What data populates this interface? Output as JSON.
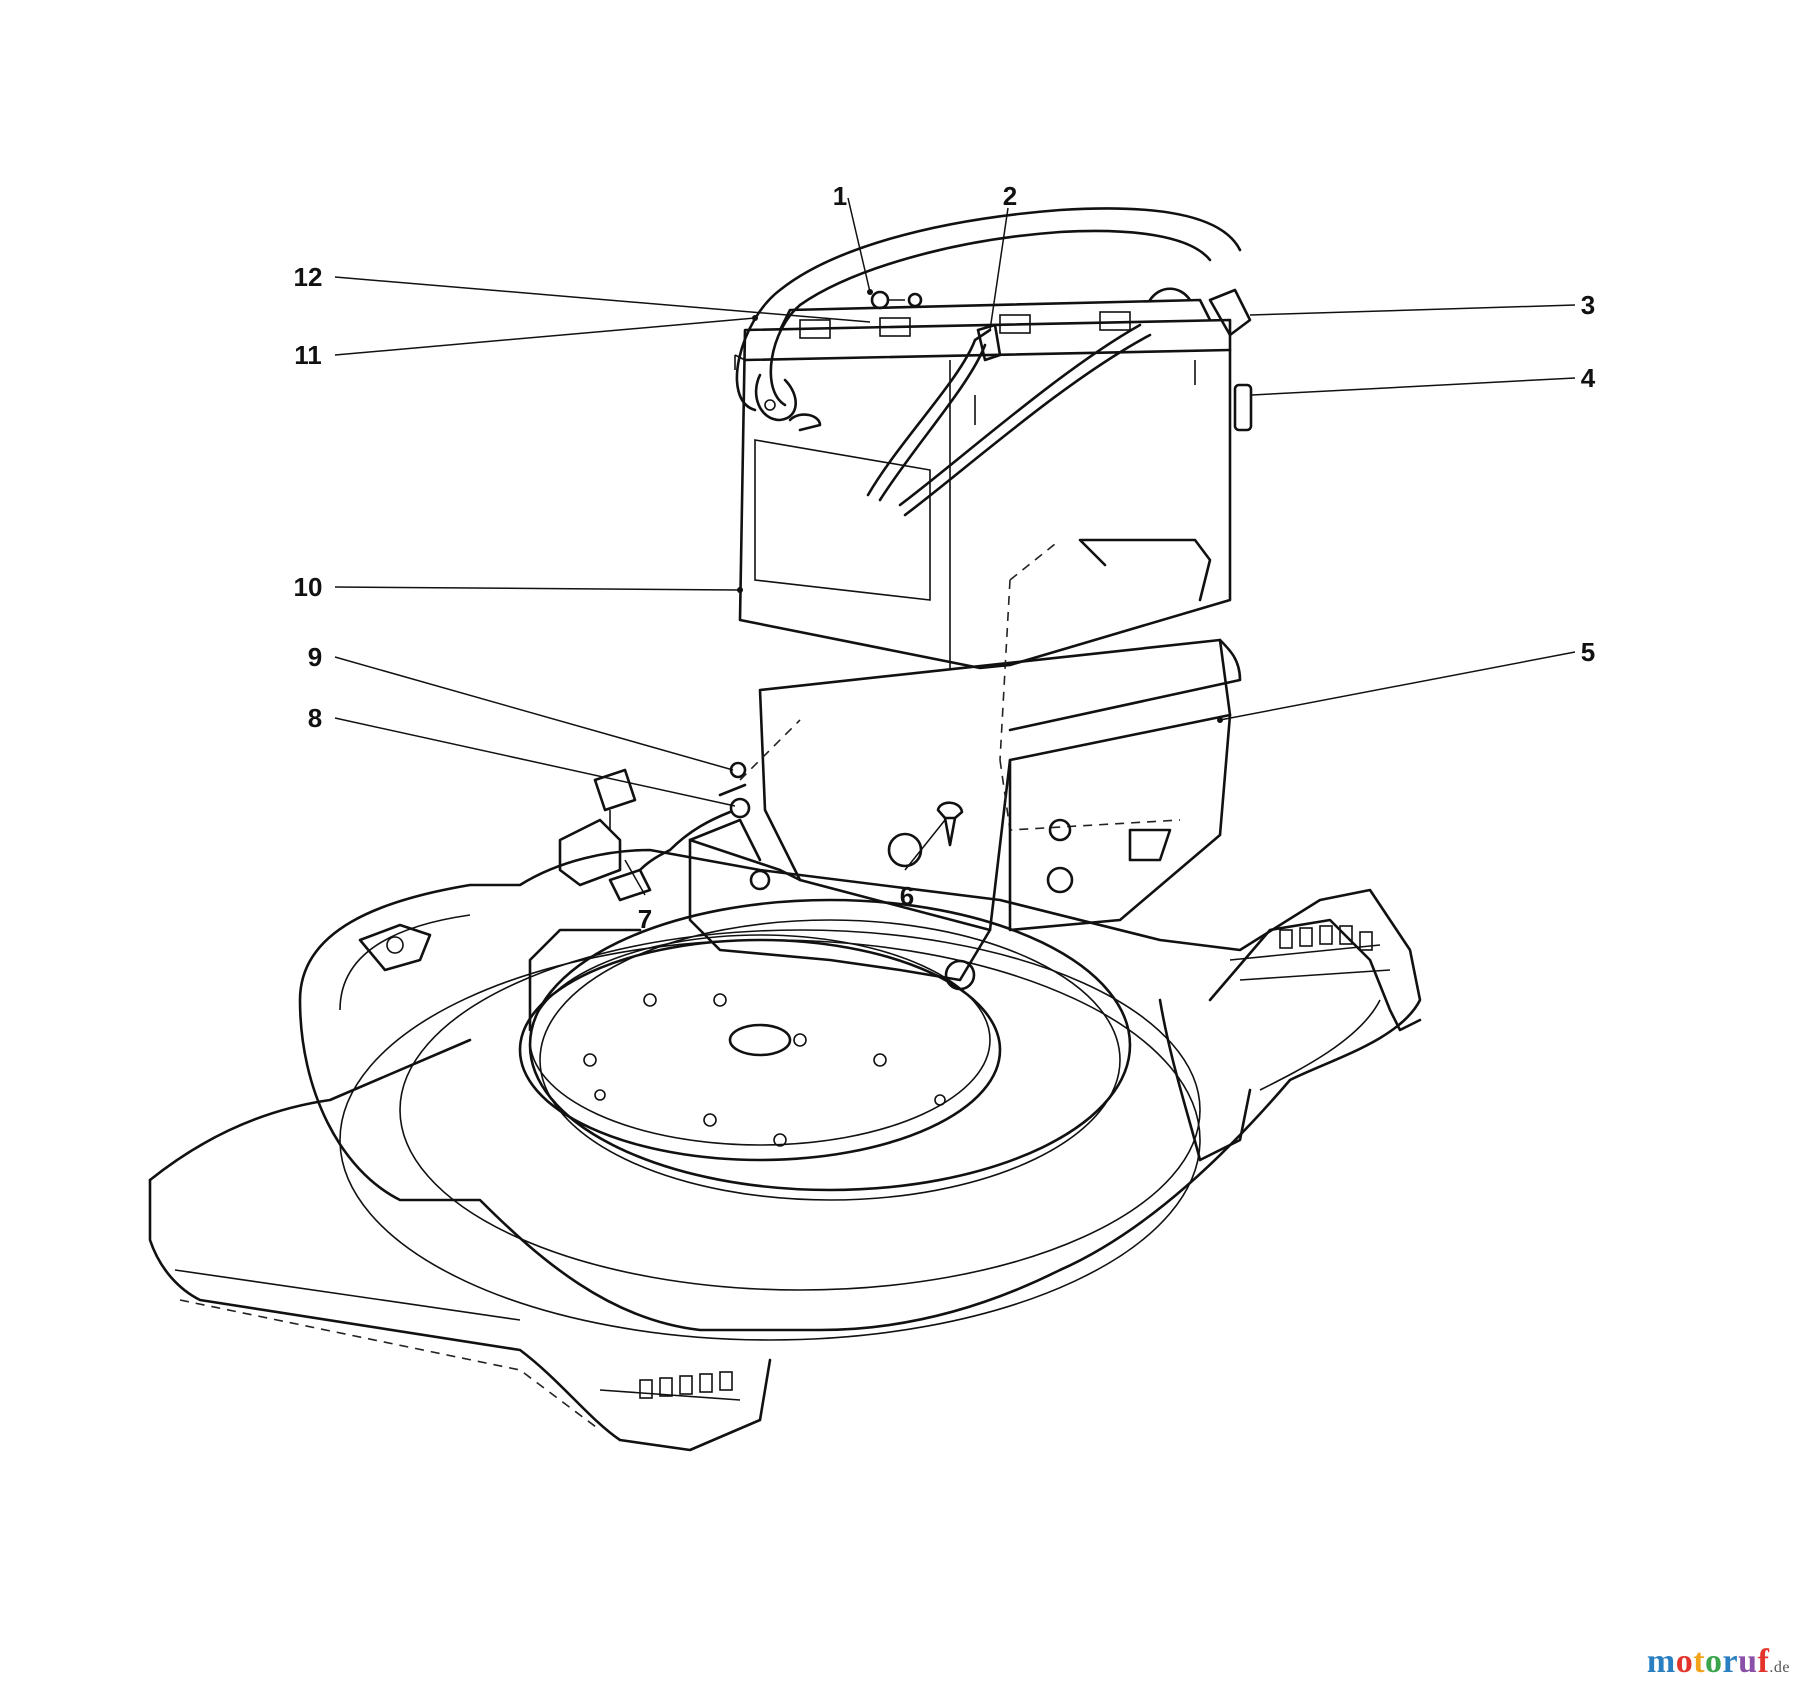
{
  "callouts": [
    {
      "id": "1",
      "label": "1"
    },
    {
      "id": "2",
      "label": "2"
    },
    {
      "id": "3",
      "label": "3"
    },
    {
      "id": "4",
      "label": "4"
    },
    {
      "id": "5",
      "label": "5"
    },
    {
      "id": "6",
      "label": "6"
    },
    {
      "id": "7",
      "label": "7"
    },
    {
      "id": "8",
      "label": "8"
    },
    {
      "id": "9",
      "label": "9"
    },
    {
      "id": "10",
      "label": "10"
    },
    {
      "id": "11",
      "label": "11"
    },
    {
      "id": "12",
      "label": "12"
    }
  ],
  "watermark": {
    "letters": [
      "m",
      "o",
      "t",
      "o",
      "r",
      "u",
      "f"
    ],
    "letter_colors": [
      "#2a7fc1",
      "#e2342b",
      "#f2a31a",
      "#3aa54a",
      "#2a7fc1",
      "#8a4fa8",
      "#e2342b"
    ],
    "suffix": ".de"
  }
}
